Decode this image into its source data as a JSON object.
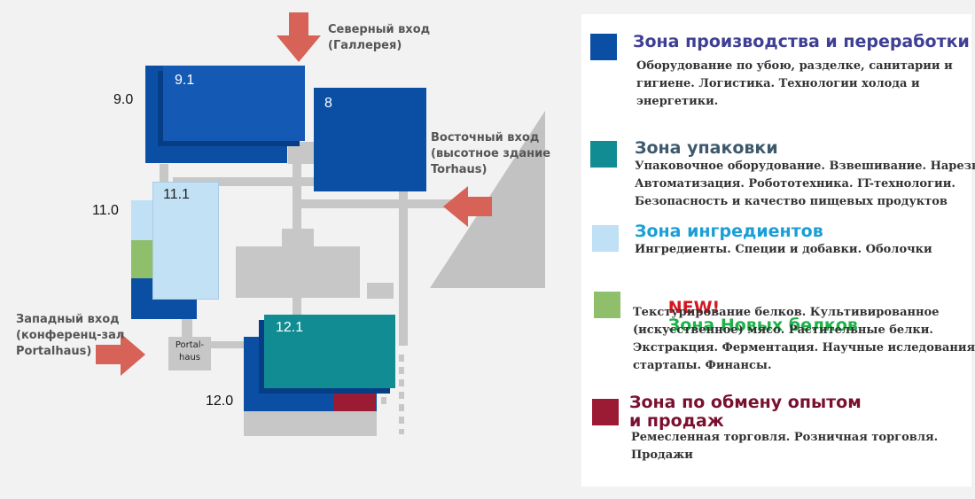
{
  "map": {
    "entrances": {
      "north": "Северный вход\n(Галлерея)",
      "east": "Восточный вход\n(высотное здание\nTorhaus)",
      "west": "Западный вход\n(конференц-зал\nPortalhaus)"
    },
    "halls": {
      "h9_0": "9.0",
      "h9_1": "9.1",
      "h8": "8",
      "h11_0": "11.0",
      "h11_1": "11.1",
      "h12_0": "12.0",
      "h12_1": "12.1",
      "portalhaus": "Portal-\nhaus"
    }
  },
  "legend": {
    "zones": [
      {
        "title": "Зона производства и переработки",
        "description": "Оборудование по убою, разделке, санитарии и\nгигиене. Логистика. Технологии холода и\nэнергетики.",
        "color": "#0b4fa5",
        "title_color": "#3f3f95"
      },
      {
        "title": "Зона упаковки",
        "description": "Упаковочное оборудование. Взвешивание. Нарезка.\nАвтоматизация. Робототехника. IT-технологии.\nБезопасность и качество пищевых продуктов",
        "color": "#128c93",
        "title_color": "#3d5a6c"
      },
      {
        "title": "Зона ингредиентов",
        "description": "Ингредиенты. Специи и добавки. Оболочки",
        "color": "#bfe0f5",
        "title_color": "#1a9ed6"
      },
      {
        "badge": "NEW!",
        "title": "Зона Новых белков",
        "description": "Текстурирование белков. Культивированное\n(искусственное) мясо. Растительные белки.\nЭкстракция. Ферментация. Научные иследования и\nстартапы. Финансы.",
        "color": "#8fbf6a",
        "title_color": "#1fb14a",
        "badge_color": "#d4171f"
      },
      {
        "title": "Зона по обмену опытом\nи продаж",
        "description": "Ремесленная торговля. Розничная торговля.\nПродажи",
        "color": "#9b1b34",
        "title_color": "#7a1030"
      }
    ]
  }
}
